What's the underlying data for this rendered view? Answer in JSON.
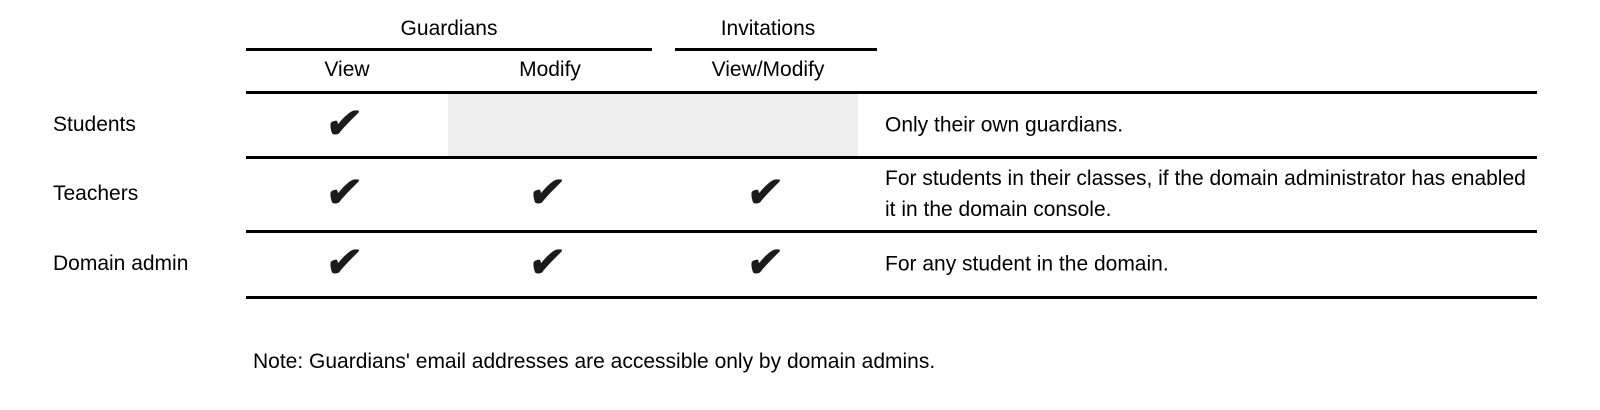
{
  "table": {
    "column_groups": {
      "guardians": {
        "label": "Guardians"
      },
      "invitations": {
        "label": "Invitations"
      }
    },
    "columns": {
      "view": {
        "label": "View"
      },
      "modify": {
        "label": "Modify"
      },
      "view_modify": {
        "label": "View/Modify"
      }
    },
    "rows": [
      {
        "label": "Students",
        "permissions": {
          "view": true,
          "modify": false,
          "view_modify": false
        },
        "note": "Only their own guardians."
      },
      {
        "label": "Teachers",
        "permissions": {
          "view": true,
          "modify": true,
          "view_modify": true
        },
        "note": "For students in their classes, if the domain administrator has enabled it in the domain console."
      },
      {
        "label": "Domain admin",
        "permissions": {
          "view": true,
          "modify": true,
          "view_modify": true
        },
        "note": "For any student in the domain."
      }
    ]
  },
  "footnote": "Note: Guardians' email addresses are accessible only by domain admins.",
  "icons": {
    "check": "✔"
  },
  "colors": {
    "text": "#000000",
    "rule": "#000000",
    "disabled_cell": "#eeeeee",
    "check": "#1b1b1b"
  }
}
